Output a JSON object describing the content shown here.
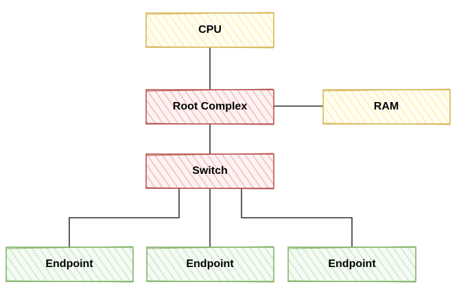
{
  "diagram": {
    "nodes": {
      "cpu": {
        "label": "CPU",
        "fill": "#fff2cc",
        "stroke": "#d6b656"
      },
      "root_complex": {
        "label": "Root Complex",
        "fill": "#f8cecc",
        "stroke": "#b85450"
      },
      "ram": {
        "label": "RAM",
        "fill": "#fff2cc",
        "stroke": "#d6b656"
      },
      "switch": {
        "label": "Switch",
        "fill": "#f8cecc",
        "stroke": "#b85450"
      },
      "endpoint_1": {
        "label": "Endpoint",
        "fill": "#d5e8d4",
        "stroke": "#82b366"
      },
      "endpoint_2": {
        "label": "Endpoint",
        "fill": "#d5e8d4",
        "stroke": "#82b366"
      },
      "endpoint_3": {
        "label": "Endpoint",
        "fill": "#d5e8d4",
        "stroke": "#82b366"
      }
    },
    "edges": [
      {
        "from": "cpu",
        "to": "root_complex"
      },
      {
        "from": "root_complex",
        "to": "ram"
      },
      {
        "from": "root_complex",
        "to": "switch"
      },
      {
        "from": "switch",
        "to": "endpoint_1"
      },
      {
        "from": "switch",
        "to": "endpoint_2"
      },
      {
        "from": "switch",
        "to": "endpoint_3"
      }
    ],
    "edge_color": "#000000"
  }
}
